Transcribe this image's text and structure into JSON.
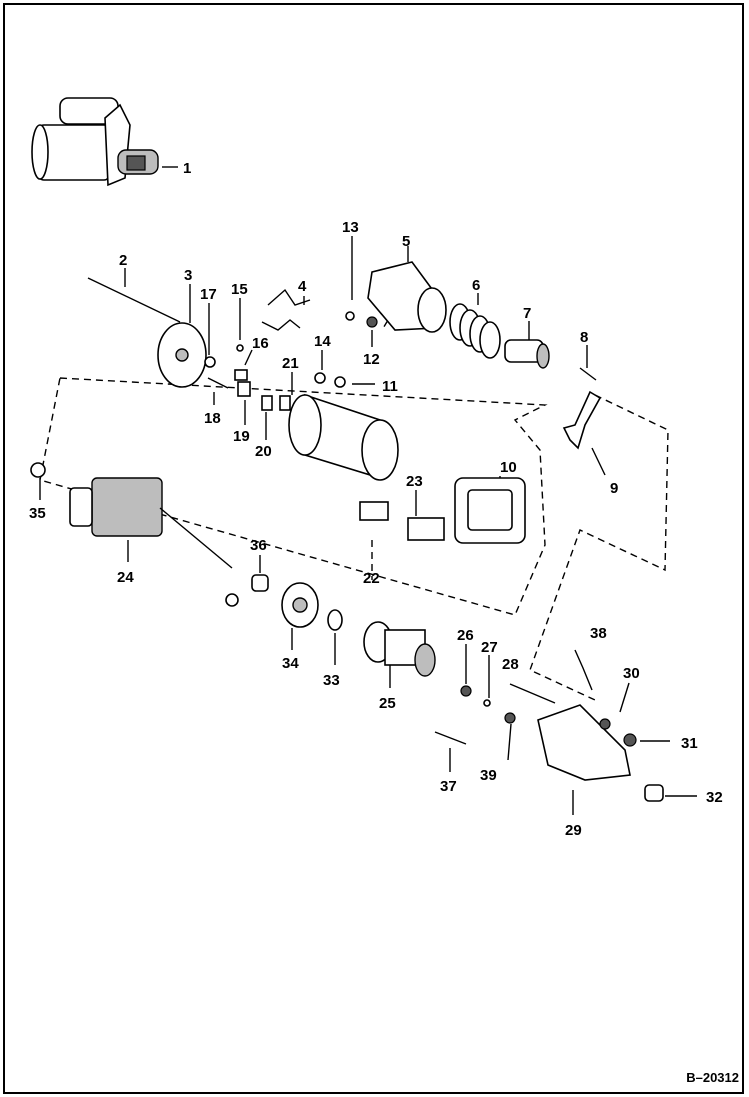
{
  "figure_id": "B–20312",
  "callouts": [
    "1",
    "2",
    "3",
    "4",
    "5",
    "6",
    "7",
    "8",
    "9",
    "10",
    "11",
    "12",
    "13",
    "14",
    "15",
    "16",
    "17",
    "18",
    "19",
    "20",
    "21",
    "22",
    "23",
    "24",
    "25",
    "26",
    "27",
    "28",
    "29",
    "30",
    "31",
    "32",
    "33",
    "34",
    "35",
    "36",
    "37",
    "38",
    "39"
  ]
}
